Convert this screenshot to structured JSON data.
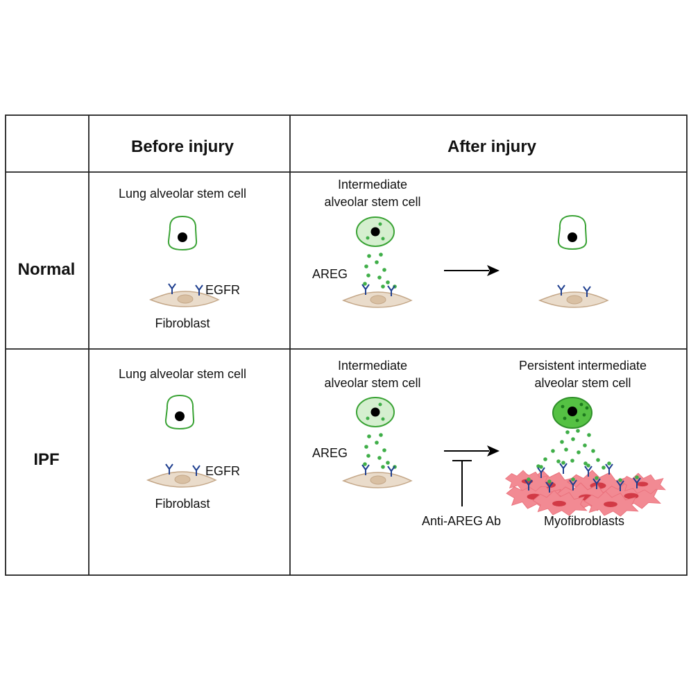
{
  "table": {
    "col_headers": [
      "Before injury",
      "After injury"
    ],
    "row_headers": [
      "Normal",
      "IPF"
    ]
  },
  "normal": {
    "stem_cell_label": "Lung alveolar stem cell",
    "receptor_label": "EGFR",
    "fibroblast_label": "Fibroblast",
    "intermediate_label_line1": "Intermediate",
    "intermediate_label_line2": "alveolar stem cell",
    "ligand_label": "AREG"
  },
  "ipf": {
    "stem_cell_label": "Lung alveolar stem cell",
    "receptor_label": "EGFR",
    "fibroblast_label": "Fibroblast",
    "intermediate_label_line1": "Intermediate",
    "intermediate_label_line2": "alveolar stem cell",
    "ligand_label": "AREG",
    "inhibitor_label": "Anti-AREG Ab",
    "persistent_label_line1": "Persistent intermediate",
    "persistent_label_line2": "alveolar stem cell",
    "myofibroblast_label": "Myofibroblasts"
  },
  "colors": {
    "grid": "#222222",
    "stem_outline": "#3aa335",
    "stem_fill_light": "#d5efcf",
    "stem_fill_dark": "#55c143",
    "dots": "#3fae48",
    "receptor": "#1f3f8f",
    "fibroblast_fill": "#eadccb",
    "fibroblast_outline": "#c4a788",
    "myo_fill": "#f28a93",
    "myo_nucleus": "#d23a46"
  }
}
